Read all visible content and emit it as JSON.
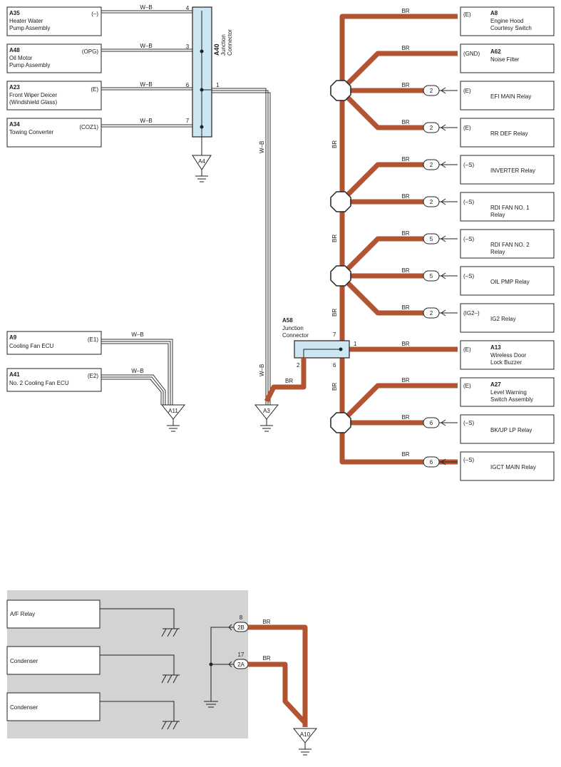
{
  "left_components": [
    {
      "code": "A35",
      "name": "Heater Water",
      "name2": "Pump Assembly",
      "terminal": "(–)",
      "wire": "W–B",
      "pin": "4"
    },
    {
      "code": "A48",
      "name": "Oil Motor",
      "name2": "Pump Assembly",
      "terminal": "(OPG)",
      "wire": "W–B",
      "pin": "3"
    },
    {
      "code": "A23",
      "name": "Front Wiper Deicer",
      "name2": "(Windshield Glass)",
      "terminal": "(E)",
      "wire": "W–B",
      "pin": "6"
    },
    {
      "code": "A34",
      "name": "Towing Converter",
      "name2": "",
      "terminal": "(COZ1)",
      "wire": "W–B",
      "pin": "7"
    }
  ],
  "a40": {
    "code": "A40",
    "label1": "Junction",
    "label2": "Connector",
    "out_pin": "1",
    "out_wire": "W–B",
    "ground": "A4"
  },
  "fan_components": [
    {
      "code": "A9",
      "name": "Cooling Fan ECU",
      "terminal": "(E1)",
      "wire": "W–B"
    },
    {
      "code": "A41",
      "name": "No. 2 Cooling Fan ECU",
      "terminal": "(E2)",
      "wire": "W–B"
    }
  ],
  "ground_a11": "A11",
  "ground_a3": "A3",
  "a58": {
    "code": "A58",
    "label1": "Junction",
    "label2": "Connector",
    "pin7": "7",
    "pin1": "1",
    "pin2": "2",
    "pin6": "6",
    "wire_in": "BR"
  },
  "trunk_labels": [
    "BR",
    "BR",
    "BR",
    "BR"
  ],
  "right_components": [
    {
      "code": "A8",
      "name": "Engine Hood",
      "name2": "Courtesy Switch",
      "terminal": "(E)",
      "pin": "",
      "wire": "BR"
    },
    {
      "code": "A62",
      "name": "Noise Filter",
      "name2": "",
      "terminal": "(GND)",
      "pin": "",
      "wire": "BR"
    },
    {
      "code": "",
      "name": "EFI MAIN Relay",
      "name2": "",
      "terminal": "(E)",
      "pin": "2",
      "wire": "BR"
    },
    {
      "code": "",
      "name": "RR DEF Relay",
      "name2": "",
      "terminal": "(E)",
      "pin": "2",
      "wire": "BR"
    },
    {
      "code": "",
      "name": "INVERTER Relay",
      "name2": "",
      "terminal": "(–S)",
      "pin": "2",
      "wire": "BR"
    },
    {
      "code": "",
      "name": "RDI FAN NO. 1",
      "name2": "Relay",
      "terminal": "(–S)",
      "pin": "2",
      "wire": "BR"
    },
    {
      "code": "",
      "name": "RDI FAN NO. 2",
      "name2": "Relay",
      "terminal": "(–S)",
      "pin": "5",
      "wire": "BR"
    },
    {
      "code": "",
      "name": "OIL PMP Relay",
      "name2": "",
      "terminal": "(–S)",
      "pin": "5",
      "wire": "BR"
    },
    {
      "code": "",
      "name": "IG2 Relay",
      "name2": "",
      "terminal": "(IG2–)",
      "pin": "2",
      "wire": "BR"
    },
    {
      "code": "A13",
      "name": "Wireless Door",
      "name2": "Lock Buzzer",
      "terminal": "(E)",
      "pin": "",
      "wire": "BR"
    },
    {
      "code": "A27",
      "name": "Level Warning",
      "name2": "Switch Assembly",
      "terminal": "(E)",
      "pin": "",
      "wire": "BR"
    },
    {
      "code": "",
      "name": "BK/UP LP Relay",
      "name2": "",
      "terminal": "(–S)",
      "pin": "6",
      "wire": "BR"
    },
    {
      "code": "",
      "name": "IGCT MAIN Relay",
      "name2": "",
      "terminal": "(–S)",
      "pin": "6",
      "wire": "BR"
    }
  ],
  "bottom": {
    "components": [
      "A/F Relay",
      "Condenser",
      "Condenser"
    ],
    "conn_2B": {
      "label": "2B",
      "pin": "8",
      "wire": "BR"
    },
    "conn_2A": {
      "label": "2A",
      "pin": "17",
      "wire": "BR"
    },
    "ground": "A10"
  },
  "colors": {
    "br_wire": "#b25432",
    "junction_fill": "#cce7f2",
    "shaded_area": "#d3d3d3"
  }
}
